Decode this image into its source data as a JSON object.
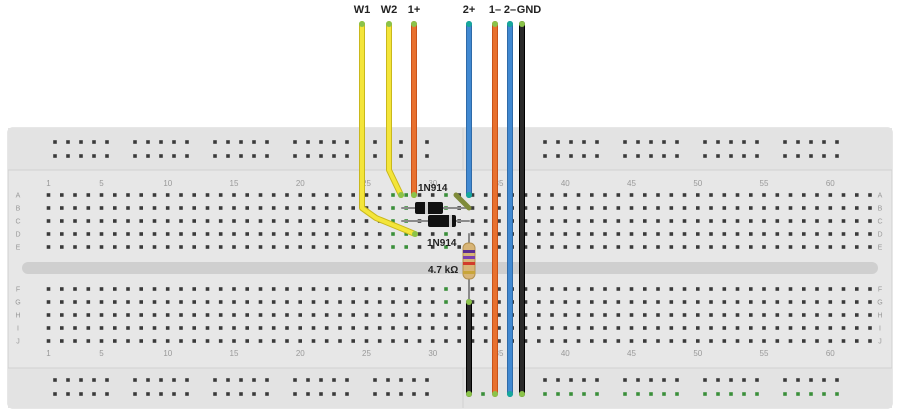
{
  "wire_labels": {
    "w1": "W1",
    "w2": "W2",
    "p1": "1+",
    "p2": "2+",
    "m1": "1–",
    "m2": "2–",
    "gnd": "GND"
  },
  "column_numbers": [
    "1",
    "5",
    "10",
    "15",
    "20",
    "25",
    "30",
    "35",
    "40",
    "45",
    "50",
    "55",
    "60"
  ],
  "row_letters_top": [
    "A",
    "B",
    "C",
    "D",
    "E"
  ],
  "row_letters_bottom": [
    "F",
    "G",
    "H",
    "I",
    "J"
  ],
  "components": {
    "diode_top_label": "1N914",
    "diode_bottom_label": "1N914",
    "resistor_label": "4.7 kΩ"
  },
  "colors": {
    "board": "#e8e8e8",
    "hole": "#3a3a3a",
    "active_hole": "#3a8f3a",
    "yellow_wire": "#f2e22a",
    "orange_wire": "#e26a2c",
    "blue_wire": "#3b7fc4",
    "black_wire": "#1a1a1a",
    "teal_end": "#17a89c",
    "green_end": "#8bc34a"
  }
}
